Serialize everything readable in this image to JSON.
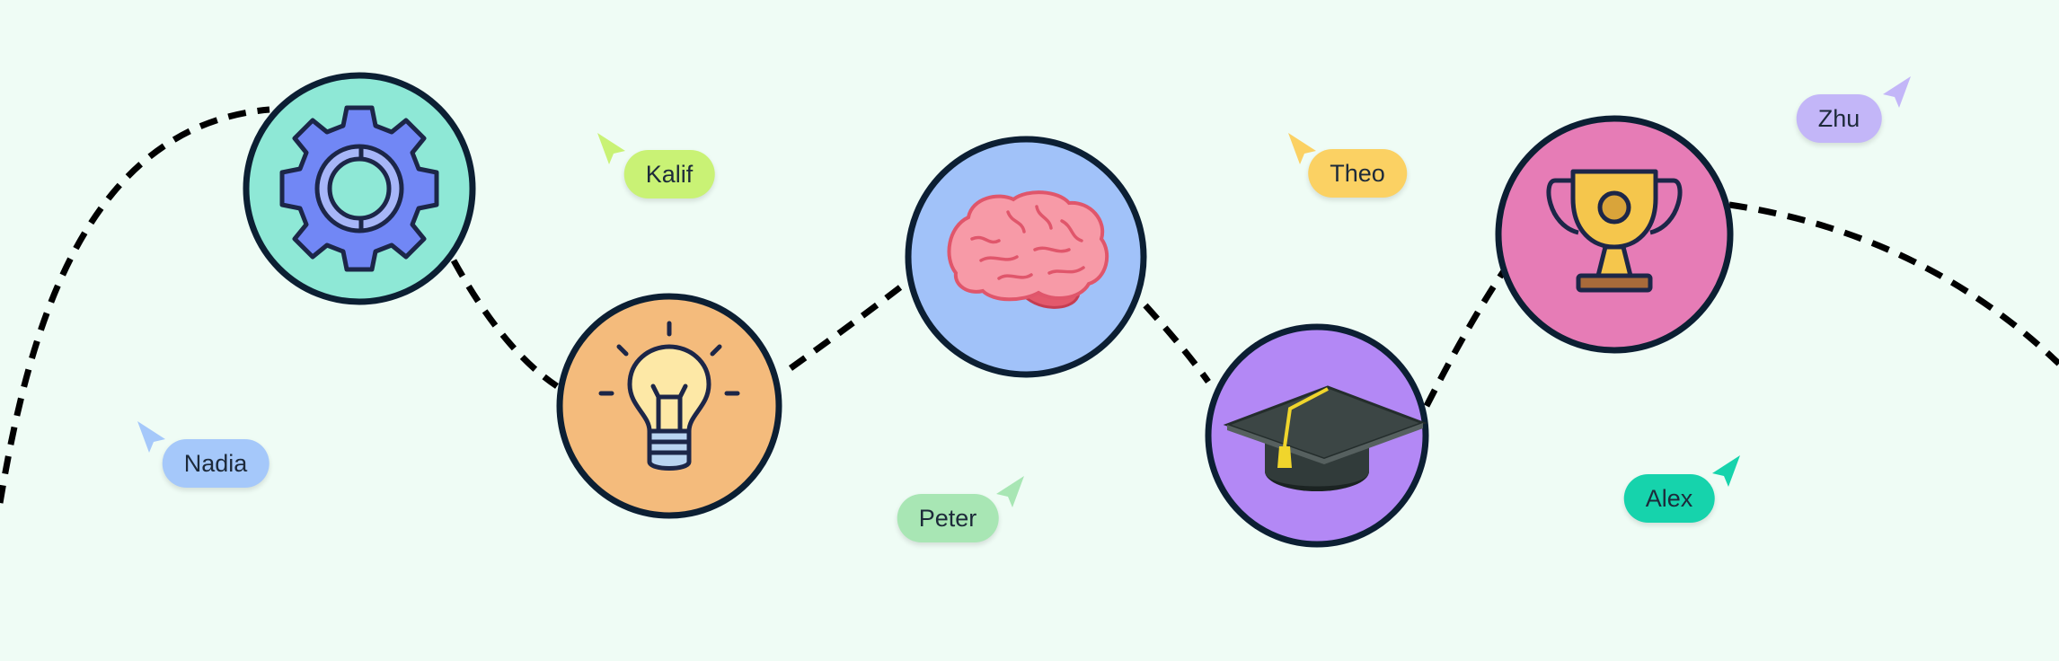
{
  "milestones": [
    {
      "icon": "gear-icon",
      "color": "#8ee8d6"
    },
    {
      "icon": "lightbulb-icon",
      "color": "#f4bb7c"
    },
    {
      "icon": "brain-icon",
      "color": "#a1c2f9"
    },
    {
      "icon": "graduation-cap-icon",
      "color": "#b388f5"
    },
    {
      "icon": "trophy-icon",
      "color": "#e67cb6"
    }
  ],
  "collaborators": [
    {
      "name": "Nadia",
      "color": "#a5c8fa"
    },
    {
      "name": "Kalif",
      "color": "#c9f275"
    },
    {
      "name": "Peter",
      "color": "#a8e6b4"
    },
    {
      "name": "Theo",
      "color": "#fbd163"
    },
    {
      "name": "Alex",
      "color": "#16d3ac"
    },
    {
      "name": "Zhu",
      "color": "#c3b6f8"
    }
  ]
}
